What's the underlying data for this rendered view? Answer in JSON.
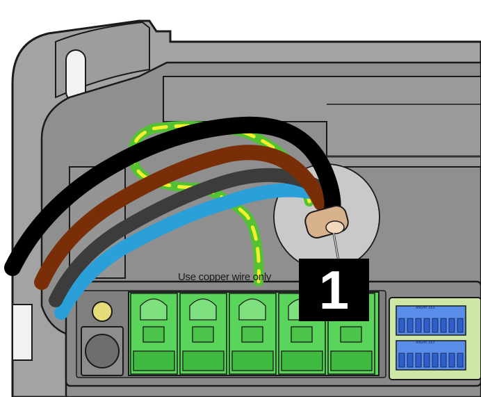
{
  "callout": {
    "number": "1"
  },
  "labels": {
    "wiring_note": "Use copper wire only",
    "terminal_block_top": "ANSMI 3XX",
    "terminal_block_bottom": "ANSMI 3XX"
  },
  "wires": [
    {
      "name": "black-wire",
      "color": "#000000"
    },
    {
      "name": "brown-wire",
      "color": "#7a2e08"
    },
    {
      "name": "gray-wire",
      "color": "#3c3c3c"
    },
    {
      "name": "blue-wire",
      "color": "#2b9fd8"
    },
    {
      "name": "green-yellow-wire",
      "color": "#52c234",
      "stripe": "#f4ef2c"
    }
  ],
  "colors": {
    "housing": "#9a9a9a",
    "housing_dark": "#7e7e7e",
    "panel": "#8d8d8d",
    "terminal_green": "#5bd45b",
    "terminal_blue": "#3a79e0",
    "gland": "#d8b28c"
  }
}
